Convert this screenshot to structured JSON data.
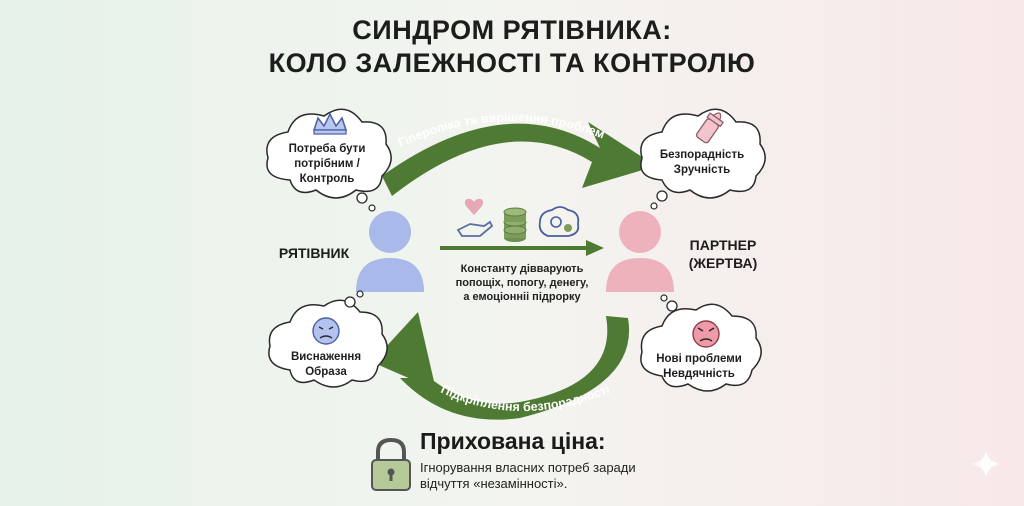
{
  "title": {
    "line1": "СИНДРОМ РЯТІВНИКА:",
    "line2": "КОЛО ЗАЛЕЖНОСТІ ТА КОНТРОЛЮ"
  },
  "arrows": {
    "top": "Гіперопіка та вирішення проблем",
    "bottom": "Підкріплення безпорадності"
  },
  "rescuer": {
    "label": "РЯТІВНИК",
    "need_line1": "Потреба бути",
    "need_line2": "потрібним /",
    "need_line3": "Контроль",
    "burnout_line1": "Виснаження",
    "burnout_line2": "Образа"
  },
  "partner": {
    "label_line1": "ПАРТНЕР",
    "label_line2": "(ЖЕРТВА)",
    "state_line1": "Безпорадність",
    "state_line2": "Зручність",
    "problems_line1": "Нові проблеми",
    "problems_line2": "Невдячність"
  },
  "center": {
    "line1": "Константу дівварують",
    "line2": "попощіх, попогу, денегу,",
    "line3": "а емоціонніі підрорку"
  },
  "hidden_cost": {
    "title": "Прихована ціна:",
    "line1": "Ігнорування власних потреб заради",
    "line2": "відчуття «незамінності»."
  },
  "colors": {
    "rescuer": "#a9b9ea",
    "partner": "#eeb2bd",
    "arrow": "#4f7a33",
    "heart": "#e7a7b4",
    "coins": "#7c9c5c"
  },
  "icons": [
    "crown-icon",
    "baby-bottle-icon",
    "sad-face-icon",
    "angry-face-icon",
    "heart-hand-icon",
    "coins-icon",
    "brain-gear-icon",
    "padlock-icon",
    "sparkle-icon"
  ]
}
